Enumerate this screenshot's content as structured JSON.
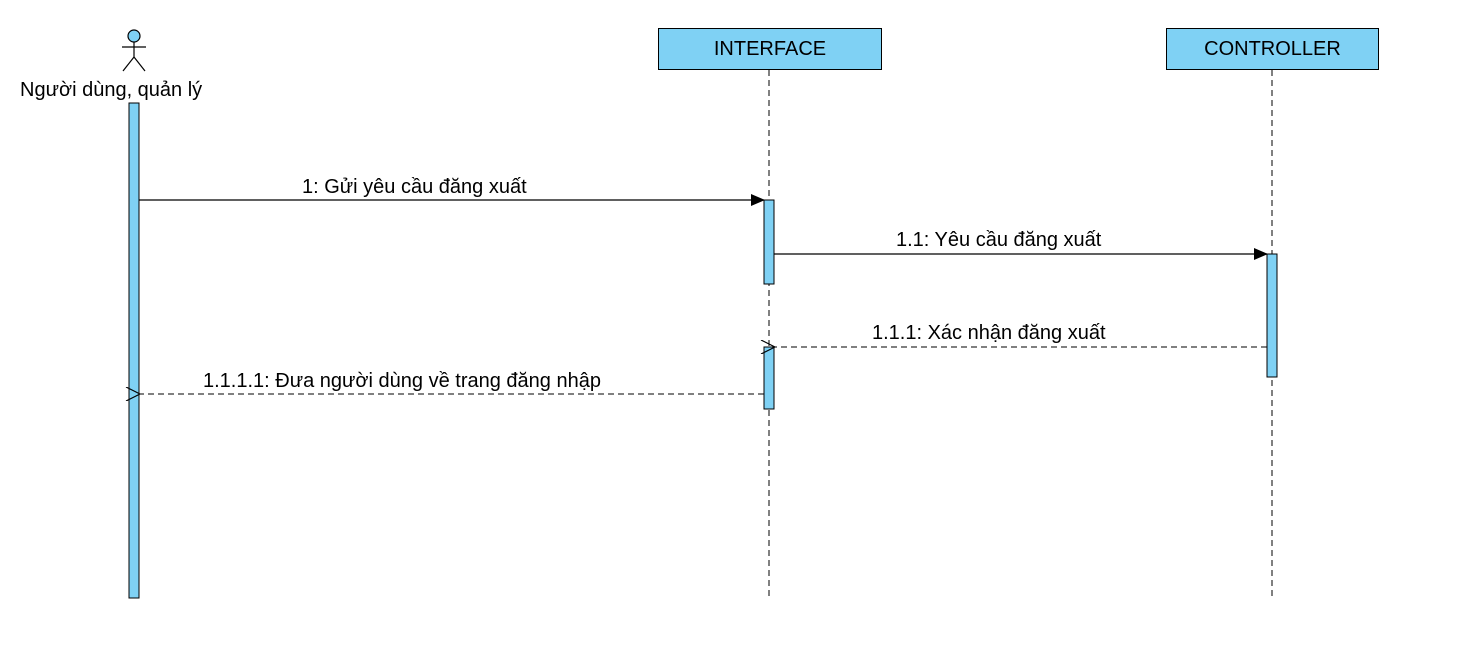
{
  "colors": {
    "activation": "#7fd1f4",
    "line": "#000000",
    "background": "#ffffff"
  },
  "actor": {
    "name": "Người dùng, quản lý"
  },
  "lifelines": [
    {
      "id": "interface",
      "name": "INTERFACE"
    },
    {
      "id": "controller",
      "name": "CONTROLLER"
    }
  ],
  "messages": [
    {
      "id": "m1",
      "label": "1: Gửi yêu cầu đăng xuất",
      "from": "actor",
      "to": "interface",
      "kind": "synchronous"
    },
    {
      "id": "m2",
      "label": "1.1: Yêu cầu đăng xuất",
      "from": "interface",
      "to": "controller",
      "kind": "synchronous"
    },
    {
      "id": "m3",
      "label": "1.1.1: Xác nhận đăng xuất",
      "from": "controller",
      "to": "interface",
      "kind": "return"
    },
    {
      "id": "m4",
      "label": "1.1.1.1: Đưa người dùng về trang đăng nhập",
      "from": "interface",
      "to": "actor",
      "kind": "return"
    }
  ]
}
